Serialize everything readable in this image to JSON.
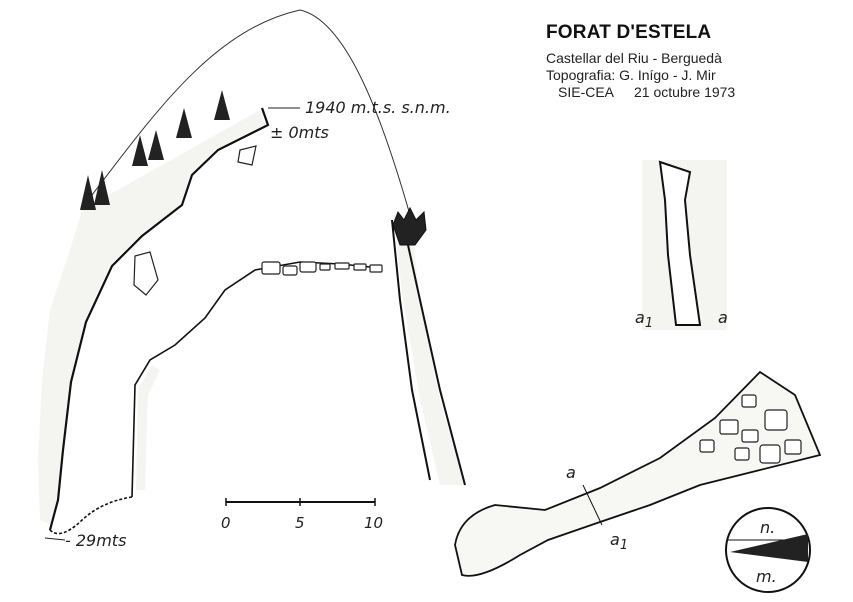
{
  "header": {
    "title": "FORAT D'ESTELA",
    "location": "Castellar del Riu - Berguedà",
    "topography": "Topografia: G. Inígo - J. Mir",
    "club": "SIE-CEA",
    "date": "21 octubre 1973"
  },
  "profile": {
    "altitude_label": "1940 m.t.s. s.n.m.",
    "zero_label": "± 0mts",
    "depth_label": "- 29mts"
  },
  "scale_bar": {
    "ticks": [
      "0",
      "5",
      "10"
    ]
  },
  "cross_section": {
    "left_label": "a",
    "left_label_sub": "1",
    "right_label": "a"
  },
  "plan": {
    "cut_label_top": "a",
    "cut_label_bottom": "a",
    "cut_label_sub": "1"
  },
  "north_arrow": {
    "top_label": "n.",
    "bottom_label": "m."
  }
}
